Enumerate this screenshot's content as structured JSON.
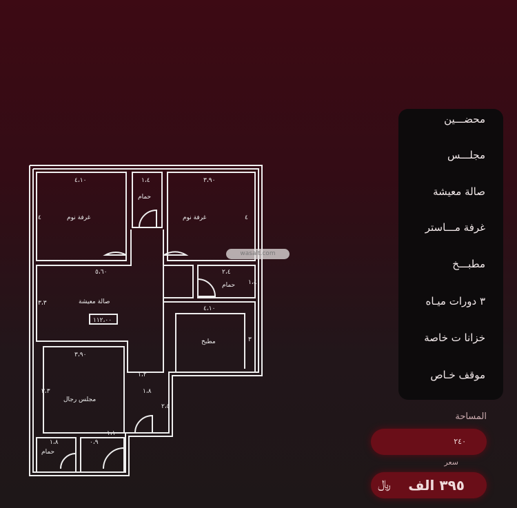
{
  "plan": {
    "rooms": {
      "bedroom1": "غرفة نوم",
      "bedroom2": "غرفة نوم",
      "bath_top": "حمام",
      "bath_right": "حمام",
      "bath_bottom": "حمام",
      "living": "صالة معيشة",
      "kitchen": "مطبخ",
      "majlis": "مجلس رجال"
    },
    "dims": {
      "d1": "٤،١٠",
      "d2": "١،٤",
      "d3": "٣،٩٠",
      "d4": "٤",
      "d5": "٤",
      "d6": "٥،٦٠",
      "d7": "٢،٤",
      "d8": "١،٤",
      "d9": "٤،١٠",
      "d10": "٣،٣",
      "d11": "٣",
      "d12": "٣،٩٠",
      "d13": "١،٢",
      "d14": "١،٨",
      "d15": "٢،٥",
      "d16": "٣،٣",
      "d17": "١،١",
      "d18": "١،٨",
      "d19": "٠،٩"
    },
    "area_box": "١١٢،٠٠"
  },
  "watermark": "wasalt.com",
  "features": [
    "محضـــين",
    "مجلـــس",
    "صالة معيشة",
    "غرفة مـــاستر",
    "مطبـــخ",
    "٣ دورات ميـاه",
    "خزانا ت خاصة",
    "موقف خـاص"
  ],
  "area": {
    "label": "المساحة",
    "value": "٢٤٠"
  },
  "price": {
    "label": "سعر",
    "value": "٣٩٥ الف",
    "currency": "﷼"
  },
  "colors": {
    "accent": "#6a0e18",
    "panel": "#0d0b0c"
  }
}
